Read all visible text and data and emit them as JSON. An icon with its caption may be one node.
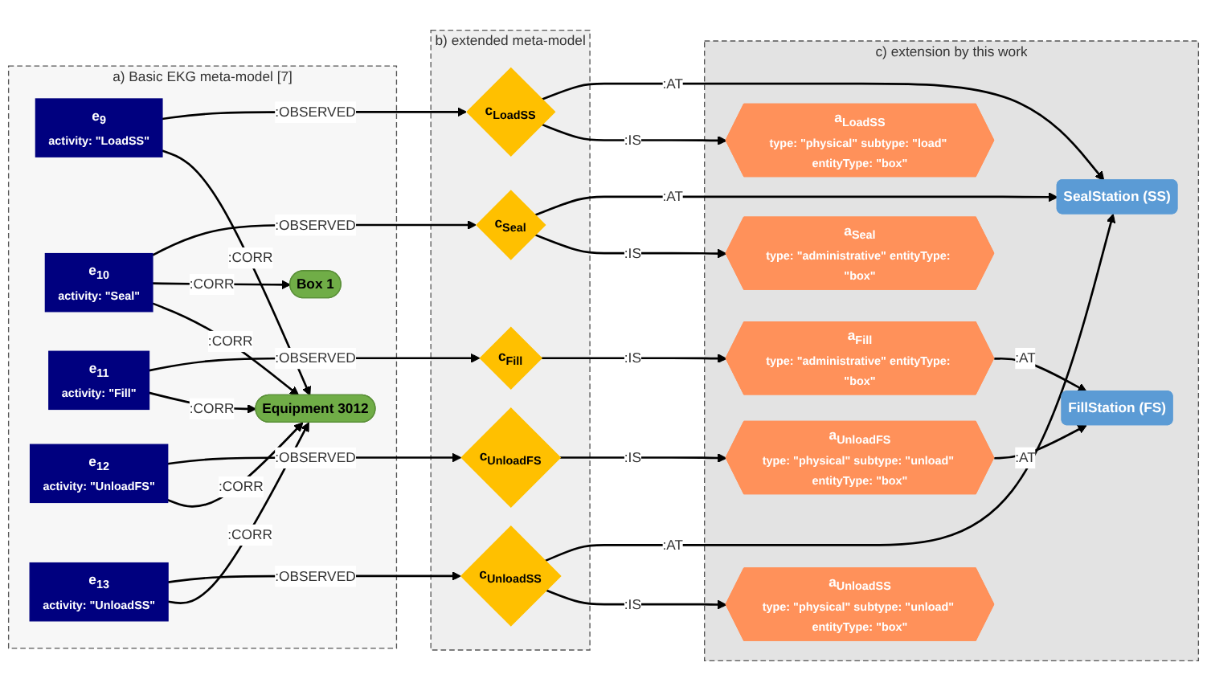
{
  "diagram": {
    "nodes": [
      {
        "text": [
          "a) Basic EKG meta-model [7]"
        ]
      },
      {
        "text": [
          "Equipment 3012"
        ],
        "in": 0
      },
      {
        "text": [
          "e$_{9}$",
          "activity: \"LoadSS\""
        ],
        "in": 0
      },
      {
        "text": [
          "e$_{10}$",
          "activity: \"Seal\""
        ],
        "in": 0
      },
      {
        "text": [
          "Box 1"
        ],
        "in": 0
      },
      {
        "text": [
          "e$_{11}$",
          "activity: \"Fill\""
        ],
        "in": 0
      },
      {
        "text": [
          "e$_{12}$",
          "activity: \"UnloadFS\""
        ],
        "in": 0
      },
      {
        "text": [
          "e$_{13}$",
          "activity: \"UnloadSS\""
        ],
        "in": 0
      },
      {
        "text": [
          "b) extended meta-model"
        ]
      },
      {
        "text": [
          "c$_{LoadSS}$"
        ],
        "in": 8
      },
      {
        "text": [
          "c$_{Seal}$"
        ],
        "in": 8
      },
      {
        "text": [
          "c$_{Fill}$"
        ],
        "in": 8
      },
      {
        "text": [
          "c$_{UnloadFS}$"
        ],
        "in": 8
      },
      {
        "text": [
          "c$_{UnloadSS}$"
        ],
        "in": 8
      },
      {
        "text": [
          "c) extension by this work"
        ]
      },
      {
        "text": [
          "a$_{LoadSS}$",
          "type: \"physical\" subtype: \"load\" entityType: \"box\""
        ],
        "in": 14
      },
      {
        "text": [
          "SealStation (SS)"
        ],
        "in": 14
      },
      {
        "text": [
          "a$_{Seal}$",
          "type: \"administrative\" entityType: \"box\""
        ],
        "in": 14
      },
      {
        "text": [
          "a$_{Fill}$",
          "type: \"administrative\" entityType: \"box\""
        ],
        "in": 14
      },
      {
        "text": [
          "FillStation (FS)"
        ],
        "in": 14
      },
      {
        "text": [
          "a$_{UnloadFS}$",
          "type: \"physical\" subtype: \"unload\" entityType: \"box\""
        ],
        "in": 14
      },
      {
        "text": [
          "a$_{UnloadSS}$",
          "type: \"physical\" subtype: \"unload\" entityType: \"box\""
        ],
        "in": 14
      }
    ],
    "edges": [
      {
        "from": 2,
        "to": 1,
        "arrow": "to",
        "label": ":CORR"
      },
      {
        "from": 3,
        "to": 1,
        "arrow": "to",
        "label": ":CORR"
      },
      {
        "from": 3,
        "to": 4,
        "arrow": "to",
        "label": ":CORR"
      },
      {
        "from": 5,
        "to": 1,
        "arrow": "to",
        "label": ":CORR"
      },
      {
        "from": 6,
        "to": 1,
        "arrow": "to",
        "label": ":CORR"
      },
      {
        "from": 7,
        "to": 1,
        "arrow": "to",
        "label": ":CORR"
      },
      {
        "from": 2,
        "to": 9,
        "arrow": "to",
        "label": ":OBSERVED"
      },
      {
        "from": 3,
        "to": 10,
        "arrow": "to",
        "label": ":OBSERVED"
      },
      {
        "from": 5,
        "to": 11,
        "arrow": "to",
        "label": ":OBSERVED"
      },
      {
        "from": 6,
        "to": 12,
        "arrow": "to",
        "label": ":OBSERVED"
      },
      {
        "from": 7,
        "to": 13,
        "arrow": "to",
        "label": ":OBSERVED"
      },
      {
        "from": 9,
        "to": 15,
        "arrow": "to",
        "label": ":IS"
      },
      {
        "from": 10,
        "to": 17,
        "arrow": "to",
        "label": ":IS"
      },
      {
        "from": 11,
        "to": 18,
        "arrow": "to",
        "label": ":IS"
      },
      {
        "from": 12,
        "to": 20,
        "arrow": "to",
        "label": ":IS"
      },
      {
        "from": 13,
        "to": 21,
        "arrow": "to",
        "label": ":IS"
      },
      {
        "from": 9,
        "to": 16,
        "arrow": "to",
        "label": ":AT"
      },
      {
        "from": 10,
        "to": 16,
        "arrow": "to",
        "label": ":AT"
      },
      {
        "from": 18,
        "to": 19,
        "arrow": "to",
        "label": ":AT"
      },
      {
        "from": 20,
        "to": 19,
        "arrow": "to",
        "label": ":AT"
      },
      {
        "from": 13,
        "to": 16,
        "arrow": "to",
        "label": ":AT"
      }
    ]
  }
}
